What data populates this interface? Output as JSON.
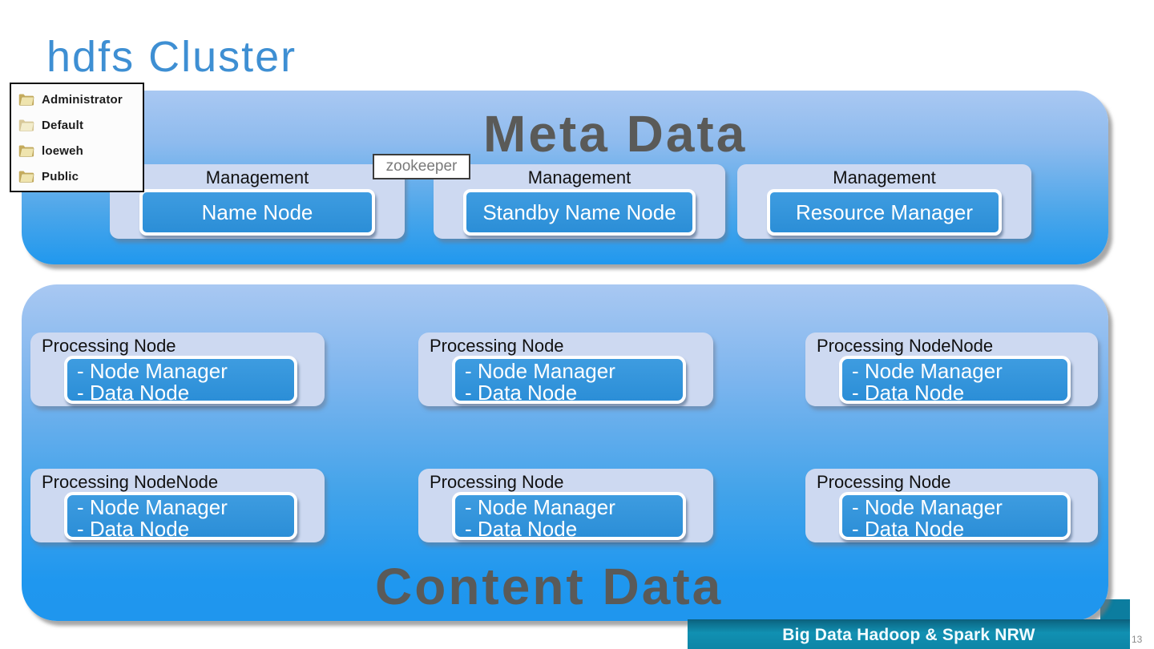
{
  "title": "hdfs Cluster",
  "folder_panel": {
    "items": [
      "Administrator",
      "Default",
      "loeweh",
      "Public"
    ]
  },
  "zookeeper_tag": "zookeeper",
  "meta_panel": {
    "heading": "Meta Data",
    "groups": [
      {
        "label": "Management",
        "node": "Name Node"
      },
      {
        "label": "Management",
        "node": "Standby Name Node"
      },
      {
        "label": "Management",
        "node": "Resource Manager"
      }
    ]
  },
  "content_panel": {
    "heading": "Content Data",
    "nodes": [
      {
        "label": "Processing Node",
        "lines": [
          "- Node Manager",
          "- Data Node"
        ]
      },
      {
        "label": "Processing Node",
        "lines": [
          "- Node Manager",
          "- Data Node"
        ]
      },
      {
        "label": "Processing NodeNode",
        "lines": [
          "- Node Manager",
          "- Data Node"
        ]
      },
      {
        "label": "Processing NodeNode",
        "lines": [
          "- Node Manager",
          "- Data Node"
        ]
      },
      {
        "label": "Processing Node",
        "lines": [
          "- Node Manager",
          "- Data Node"
        ]
      },
      {
        "label": "Processing Node",
        "lines": [
          "- Node Manager",
          "- Data Node"
        ]
      }
    ]
  },
  "footer": {
    "text": "Big Data Hadoop & Spark NRW",
    "page_number": "13"
  },
  "colors": {
    "title_blue": "#3E8FD3",
    "heading_gray": "#5A5A58",
    "panel_gradient_top": "#A9C8F2",
    "panel_gradient_bottom": "#1F97EE",
    "group_lavender": "#CDD9F1",
    "node_blue": "#3092D9",
    "footer_teal": "#0D85A6"
  }
}
